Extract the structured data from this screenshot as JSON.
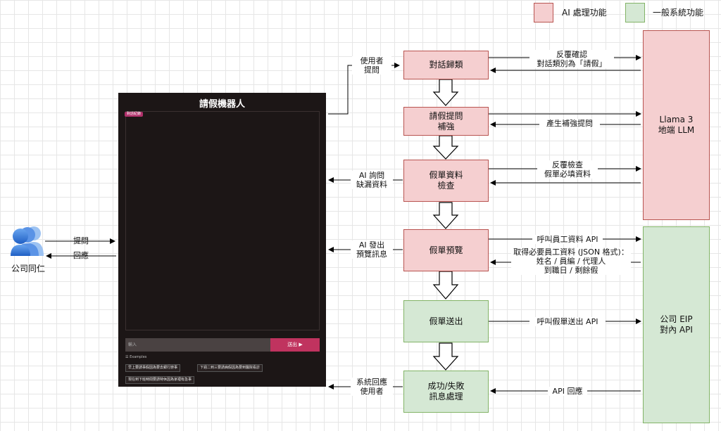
{
  "legend": {
    "ai": {
      "label": "AI 處理功能",
      "color": "#f5cfd0"
    },
    "system": {
      "label": "一般系統功能",
      "color": "#d5e8d4"
    }
  },
  "user": {
    "icon": "users-icon",
    "label": "公司同仁"
  },
  "user_edges": {
    "ask": "提問",
    "reply": "回應"
  },
  "chatbot": {
    "title": "請假機器人",
    "tag": "對話紀錄",
    "input_placeholder": "輸入",
    "send_label": "送出 ▶",
    "examples_title": "☰ Examples",
    "examples": [
      "早上要請事假因為要去銀行辦事",
      "下週二到三要請病假因為要到醫院看診",
      "現在到下班時間要請特休因為家裡有急事"
    ]
  },
  "process": {
    "classify": "對話歸類",
    "augment": "請假提問\n補強",
    "check": "假單資料\n檢查",
    "preview": "假單預覽",
    "submit": "假單送出",
    "result": "成功/失敗\n訊息處理"
  },
  "side_labels": {
    "user_question": "使用者\n提問",
    "ai_ask_missing": "AI 詢問\n缺漏資料",
    "ai_preview_msg": "AI 發出\n預覽訊息",
    "system_reply_user": "系統回應\n使用者"
  },
  "llm": {
    "label": "Llama 3\n地端 LLM"
  },
  "eip": {
    "label": "公司 EIP\n對內 API"
  },
  "edge_labels": {
    "confirm": "反覆確認\n對話類別為「請假」",
    "gen_prompt": "產生補強提問",
    "check_fields": "反覆檢查\n假單必填資料",
    "call_employee_api": "呼叫員工資料 API",
    "get_employee_data": "取得必要員工資料 (JSON 格式)：\n姓名 / 員編 / 代理人\n到職日 / 剩餘假",
    "call_submit_api": "呼叫假單送出 API",
    "api_reply": "API 回應"
  }
}
